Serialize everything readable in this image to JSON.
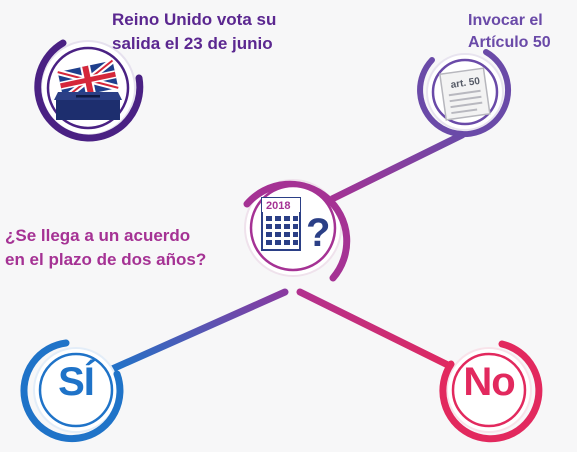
{
  "nodes": {
    "vote": {
      "label_line1": "Reino Unido vota su",
      "label_line2": "salida el 23 de junio",
      "color": "#5b2790"
    },
    "article50": {
      "label_line1": "Invocar el",
      "label_line2": "Artículo 50",
      "doc_text": "art. 50",
      "color": "#6a4aa8"
    },
    "decision": {
      "label_line1": "¿Se llega a un acuerdo",
      "label_line2": "en el plazo de dos años?",
      "calendar_year": "2018",
      "symbol": "?",
      "color": "#a53294"
    },
    "yes": {
      "label": "SÍ",
      "color": "#1f73c8"
    },
    "no": {
      "label": "No",
      "color": "#e2295e"
    }
  },
  "icons": [
    "ballot-box-icon",
    "union-flag-icon",
    "document-icon",
    "calendar-icon",
    "question-mark-icon"
  ]
}
